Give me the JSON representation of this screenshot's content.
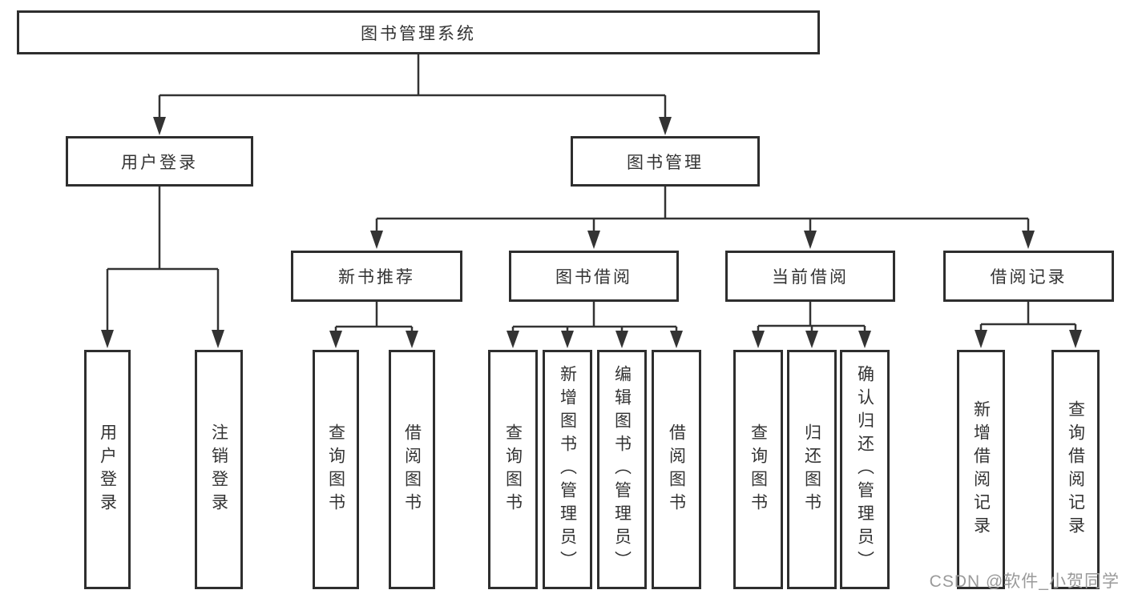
{
  "diagram": {
    "root": {
      "label": "图书管理系统",
      "children": [
        {
          "label": "用户登录",
          "children": [
            {
              "label": "用户登录"
            },
            {
              "label": "注销登录"
            }
          ]
        },
        {
          "label": "图书管理",
          "children": [
            {
              "label": "新书推荐",
              "children": [
                {
                  "label": "查询图书"
                },
                {
                  "label": "借阅图书"
                }
              ]
            },
            {
              "label": "图书借阅",
              "children": [
                {
                  "label": "查询图书"
                },
                {
                  "label": "新增图书（管理员）"
                },
                {
                  "label": "编辑图书（管理员）"
                },
                {
                  "label": "借阅图书"
                }
              ]
            },
            {
              "label": "当前借阅",
              "children": [
                {
                  "label": "查询图书"
                },
                {
                  "label": "归还图书"
                },
                {
                  "label": "确认归还（管理员）"
                }
              ]
            },
            {
              "label": "借阅记录",
              "children": [
                {
                  "label": "新增借阅记录"
                },
                {
                  "label": "查询借阅记录"
                }
              ]
            }
          ]
        }
      ]
    },
    "colors": {
      "line": "#333333",
      "text": "#333333",
      "background": "#ffffff",
      "watermark_text": "#9a9a9a"
    }
  },
  "watermark": {
    "text": "CSDN @软件_小贺同学"
  }
}
